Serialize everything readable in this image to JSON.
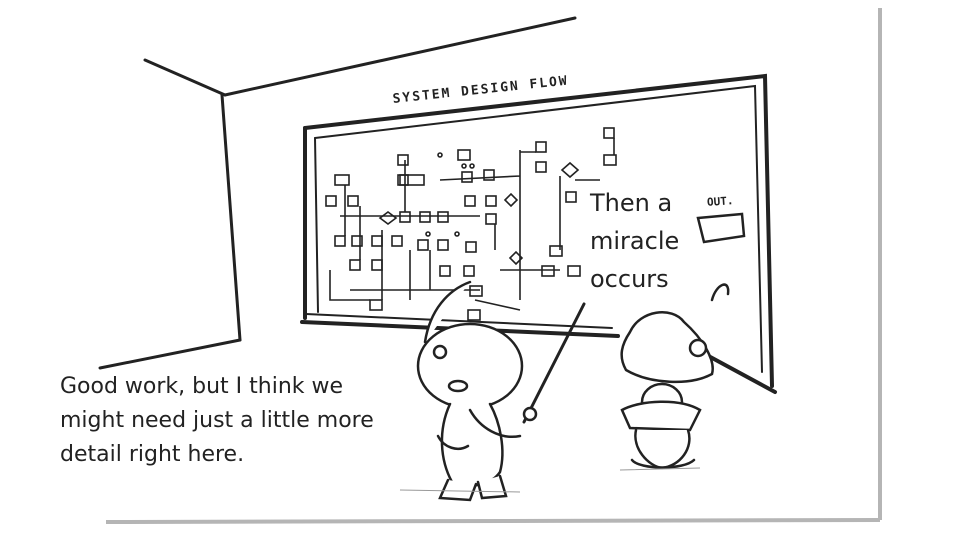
{
  "cartoon": {
    "board_title": "SYSTEM DESIGN FLOW",
    "out_label": "OUT.",
    "miracle_text": "Then a miracle occurs",
    "speech_text": "Good work, but I think we might need just a little more detail right here."
  },
  "colors": {
    "ink": "#222222",
    "paper": "#ffffff",
    "shadow": "#b5b5b5"
  }
}
